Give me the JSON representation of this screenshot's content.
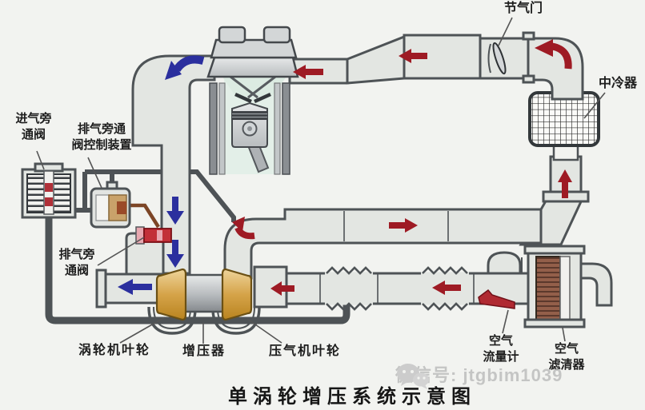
{
  "diagram": {
    "title": "单涡轮增压系统示意图",
    "watermark": {
      "icon": "wechat-icon",
      "text": "微信号: jtgbim1039"
    },
    "labels": {
      "intake_bypass_valve": {
        "line1": "进气旁",
        "line2": "通阀"
      },
      "wastegate_control": {
        "line1": "排气旁通",
        "line2": "阀控制装置"
      },
      "wastegate_valve": {
        "line1": "排气旁",
        "line2": "通阀"
      },
      "throttle": "节气门",
      "intercooler": "中冷器",
      "turbine_wheel": "涡轮机叶轮",
      "turbocharger": "增压器",
      "compressor_wheel": "压气机叶轮",
      "air_flow_meter": {
        "line1": "空气",
        "line2": "流量计"
      },
      "air_filter": {
        "line1": "空气",
        "line2": "滤清器"
      }
    },
    "colors": {
      "background": "#f2f3f0",
      "pipe_fill": "#e3e6e2",
      "pipe_outline": "#4e5356",
      "exhaust_flow_arrow_blue": "#2b2f9e",
      "intake_flow_arrow_red": "#9e1b24",
      "turbo_wheel_gold": "#d5a349",
      "filter_element_brown": "#935f4a",
      "wastegate_red": "#c23038",
      "cylinder_interior_green": "#e3efe8"
    }
  }
}
